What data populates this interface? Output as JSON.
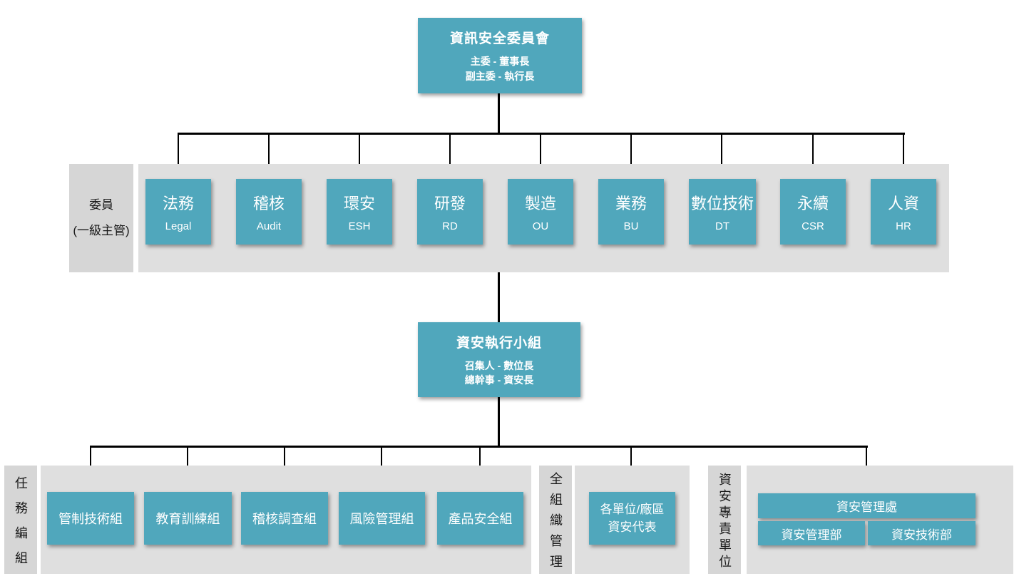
{
  "colors": {
    "node_teal": "#50a7bc",
    "band_gray": "#dfdfdf",
    "label_gray": "#d6d6d6",
    "connector": "#000000",
    "node_text": "#ffffff",
    "label_text": "#1a1a1a"
  },
  "top_committee": {
    "title": "資訊安全委員會",
    "sub1": "主委 - 董事長",
    "sub2": "副主委 - 執行長"
  },
  "committee_band": {
    "label_line1": "委員",
    "label_line2": "(一級主管)",
    "members": [
      {
        "zh": "法務",
        "en": "Legal"
      },
      {
        "zh": "稽核",
        "en": "Audit"
      },
      {
        "zh": "環安",
        "en": "ESH"
      },
      {
        "zh": "研發",
        "en": "RD"
      },
      {
        "zh": "製造",
        "en": "OU"
      },
      {
        "zh": "業務",
        "en": "BU"
      },
      {
        "zh": "數位技術",
        "en": "DT"
      },
      {
        "zh": "永續",
        "en": "CSR"
      },
      {
        "zh": "人資",
        "en": "HR"
      }
    ]
  },
  "exec_team": {
    "title": "資安執行小組",
    "sub1": "召集人 - 數位長",
    "sub2": "總幹事 - 資安長"
  },
  "task_band": {
    "label": "任務編組",
    "groups": [
      {
        "name": "管制技術組"
      },
      {
        "name": "教育訓練組"
      },
      {
        "name": "稽核調查組"
      },
      {
        "name": "風險管理組"
      },
      {
        "name": "產品安全組"
      }
    ]
  },
  "org_band": {
    "label": "全組織管理",
    "rep_line1": "各單位/廠區",
    "rep_line2": "資安代表"
  },
  "dedicated_band": {
    "label": "資安專責單位",
    "division": "資安管理處",
    "dept1": "資安管理部",
    "dept2": "資安技術部"
  }
}
